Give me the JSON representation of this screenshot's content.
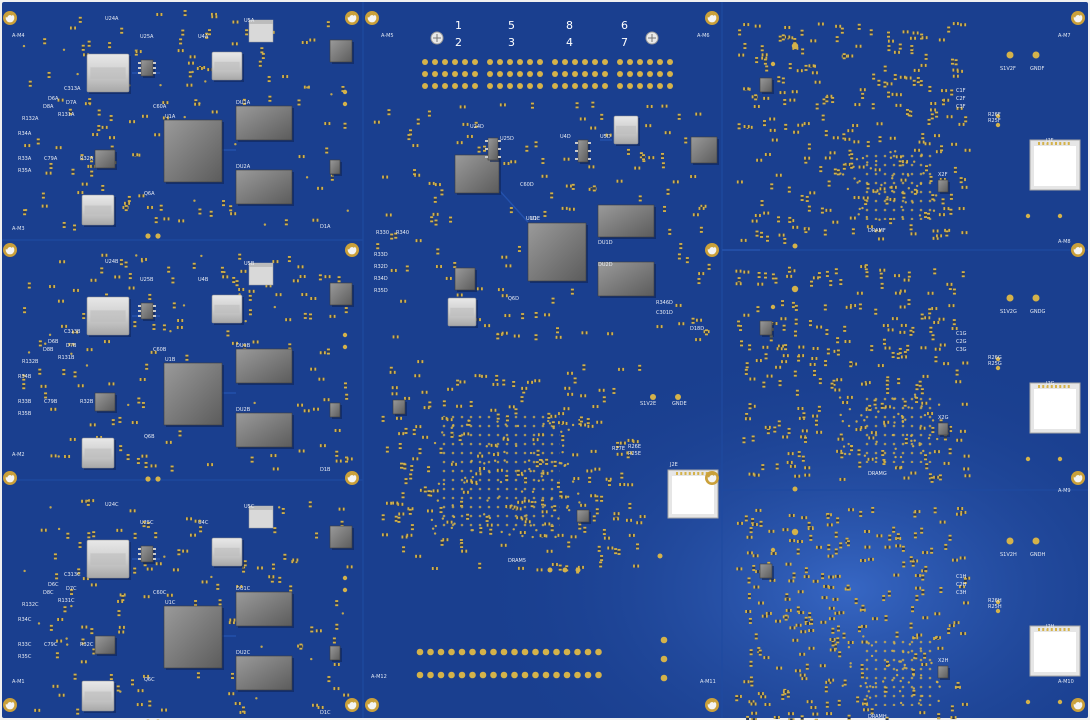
{
  "board": {
    "colors": {
      "background": "#f0f0f0",
      "soldermask": "#1a3f8f",
      "soldermask_light": "#2550a8",
      "pad": "#d4b24a",
      "copper_gold": "#caa03a",
      "ic_body": "#6d6d6d",
      "ic_top": "#8a8a8a",
      "silk": "#e8ecf4"
    },
    "connector_numbers": [
      "1",
      "5",
      "8",
      "6",
      "2",
      "3",
      "4",
      "7"
    ],
    "module_tags": [
      "A-M1",
      "A-M2",
      "A-M3",
      "A-M4",
      "A-M5",
      "A-M6",
      "A-M7",
      "A-M8",
      "A-M9",
      "A-M10",
      "A-M11",
      "A-M12"
    ],
    "left_components": {
      "row_a": [
        "U1A",
        "DU1A",
        "DU2A",
        "U24A",
        "U25A",
        "U4A",
        "U5A",
        "C60A",
        "Q6A",
        "D1A",
        "R33A",
        "C79A",
        "R32A",
        "R34A",
        "R35A",
        "C313A",
        "R132A",
        "R131A",
        "D8A",
        "D7A",
        "D6A"
      ],
      "row_b": [
        "U1B",
        "DU1B",
        "DU2B",
        "U24B",
        "U25B",
        "U4B",
        "U5B",
        "C60B",
        "Q6B",
        "D1B",
        "R33B",
        "C79B",
        "R32B",
        "R34B",
        "R35B",
        "C313B",
        "R132B",
        "R131B",
        "D8B",
        "D7B",
        "D6B"
      ],
      "row_c": [
        "U1C",
        "DU1C",
        "DU2C",
        "U24C",
        "U25C",
        "U4C",
        "U5C",
        "C60C",
        "Q6C",
        "D1C",
        "R33C",
        "C79C",
        "R32C",
        "R34C",
        "R35C",
        "C313C",
        "R132C",
        "R131C",
        "D8C",
        "D7C",
        "D6C"
      ]
    },
    "center_components": [
      "U1D",
      "DU1D",
      "DU2D",
      "U24D",
      "U25D",
      "U4D",
      "U5D",
      "C60D",
      "Q6D",
      "D18D",
      "R33D",
      "R32D",
      "R34D",
      "R35D",
      "R330",
      "R340",
      "R346D",
      "C301D",
      "U1E",
      "J2E",
      "R27E",
      "R26E",
      "R25E",
      "S1V2E",
      "GNDE",
      "DRAM5"
    ],
    "right_components": {
      "module_f": [
        "J2F",
        "S1V2F",
        "GNDF",
        "R26F",
        "R25F",
        "C1F",
        "C2F",
        "C3F",
        "X2F",
        "DRAMF"
      ],
      "module_g": [
        "J2G",
        "S1V2G",
        "GNDG",
        "R26G",
        "R25G",
        "C1G",
        "C2G",
        "C3G",
        "X2G",
        "DRAMG"
      ],
      "module_h": [
        "J2H",
        "S1V2H",
        "GNDH",
        "R26H",
        "R25H",
        "C1H",
        "C2H",
        "C3H",
        "X2H",
        "DRAMH"
      ]
    }
  }
}
